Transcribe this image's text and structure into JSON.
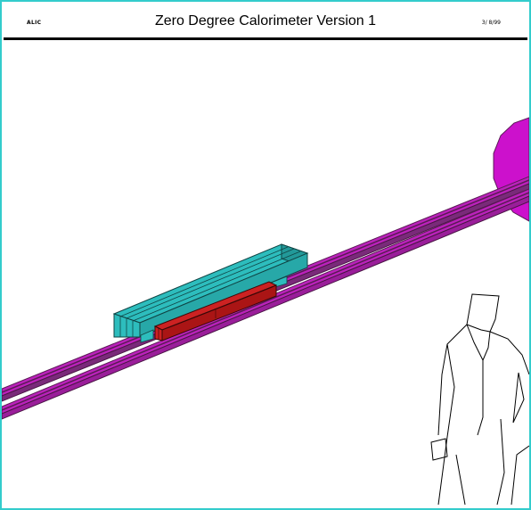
{
  "header": {
    "left_label": "ALIC",
    "title": "Zero Degree Calorimeter Version 1",
    "right_label": "3/ 8/99"
  },
  "colors": {
    "frame": "#33cccc",
    "beam_pipe_light": "#bb22bb",
    "beam_pipe_dark": "#5a1a55",
    "magnet": "#cc11cc",
    "calorimeter_neutron": "#2dbdbd",
    "calorimeter_proton": "#aa1515"
  },
  "icons": {
    "human_scale": "standing-person-outline"
  }
}
